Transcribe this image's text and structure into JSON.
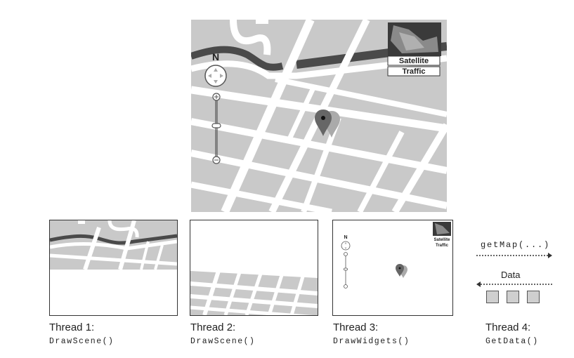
{
  "main_map": {
    "compass_label": "N",
    "layer_buttons": [
      "Satellite",
      "Traffic"
    ]
  },
  "threads": [
    {
      "label": "Thread 1:",
      "func": "DrawScene()"
    },
    {
      "label": "Thread 2:",
      "func": "DrawScene()"
    },
    {
      "label": "Thread 3:",
      "func": "DrawWidgets()"
    },
    {
      "label": "Thread 4:",
      "func": "GetData()"
    }
  ],
  "thread3_widgets": {
    "compass_label": "N",
    "layer_buttons": [
      "Satellite",
      "Traffic"
    ]
  },
  "thread4": {
    "request_label": "getMap(...)",
    "response_label": "Data",
    "data_item_count": 3
  },
  "colors": {
    "block": "#c9c9c9",
    "street": "#ffffff",
    "river": "#4a4a4a",
    "pin": "#555555",
    "frame": "#333333"
  },
  "icons": [
    "compass-icon",
    "zoom-in-icon",
    "zoom-out-icon",
    "zoom-slider-icon",
    "map-pin-icon",
    "arrow-right-icon",
    "arrow-left-icon"
  ]
}
